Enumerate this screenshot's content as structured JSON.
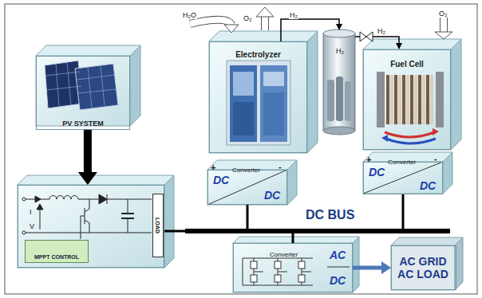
{
  "diagram": {
    "nodes": [
      {
        "text": [
          "PV SYSTEM"
        ]
      },
      {
        "text": [
          "I",
          "V"
        ]
      },
      {
        "text": [
          "MPPT CONTROL"
        ],
        "in": 1
      },
      {
        "text": [
          "LOAD"
        ],
        "in": 1
      },
      {
        "text": [
          "Electrolyzer"
        ]
      },
      {
        "text": [
          "+",
          "Converter",
          "-",
          "DC",
          "DC"
        ]
      },
      {
        "text": [
          "H₂"
        ]
      },
      {
        "text": [
          "Fuel Cell"
        ]
      },
      {
        "text": [
          "+",
          "Converter",
          "-",
          "DC",
          "DC"
        ]
      },
      {
        "text": [
          "DC BUS"
        ]
      },
      {
        "text": [
          "Converter",
          "AC",
          "DC"
        ]
      },
      {
        "text": [
          "AC GRID AC LOAD"
        ]
      }
    ],
    "edges": [
      {
        "from": 0,
        "to": 1,
        "arrow": "to"
      },
      {
        "from": 4,
        "to": 6,
        "arrow": "to"
      },
      {
        "from": 6,
        "to": 7,
        "arrow": "to"
      },
      {
        "from": 1,
        "to": 9,
        "arrow": "none"
      },
      {
        "from": 5,
        "to": 9,
        "arrow": "none"
      },
      {
        "from": 8,
        "to": 9,
        "arrow": "none"
      },
      {
        "from": 9,
        "to": 10,
        "arrow": "none"
      },
      {
        "from": 10,
        "to": 11,
        "arrow": "to"
      }
    ],
    "labels": [
      "H₂O",
      "O₂",
      "H₂",
      "H₂",
      "O₂"
    ]
  }
}
